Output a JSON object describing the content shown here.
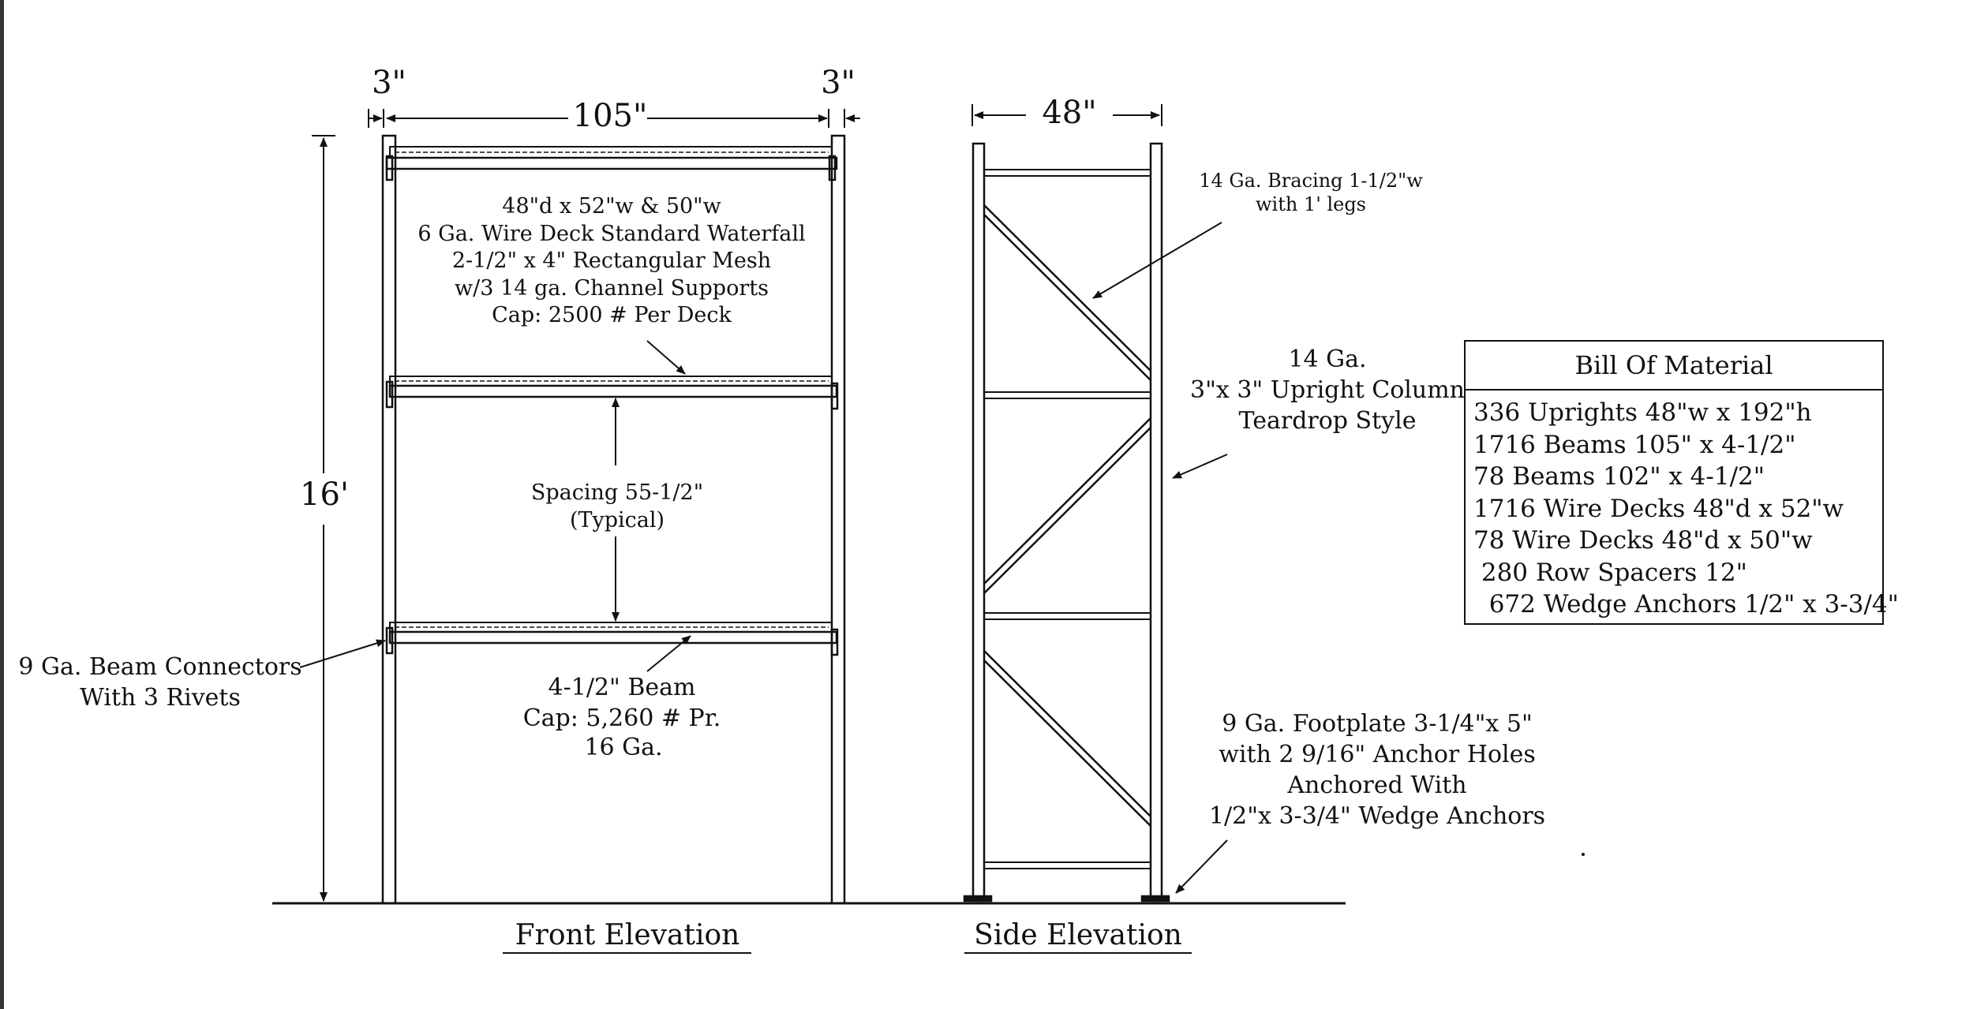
{
  "dimensions": {
    "left_clearance": "3\"",
    "bay_width": "105\"",
    "right_clearance": "3\"",
    "frame_depth": "48\"",
    "total_height": "16'"
  },
  "front_elevation": {
    "deck_note": [
      "48\"d x 52\"w & 50\"w",
      "6 Ga. Wire Deck  Standard Waterfall",
      "2-1/2\" x 4\" Rectangular Mesh",
      "w/3  14 ga. Channel Supports",
      "Cap: 2500 # Per Deck"
    ],
    "spacing_note": [
      "Spacing 55-1/2\"",
      "(Typical)"
    ],
    "beam_note": [
      "4-1/2\" Beam",
      "Cap: 5,260 # Pr."
    ],
    "beam_gauge": "16 Ga.",
    "connector_note": [
      "9 Ga. Beam Connectors",
      "With 3 Rivets"
    ],
    "title": "Front Elevation"
  },
  "side_elevation": {
    "bracing_note": [
      "14 Ga. Bracing 1-1/2\"w",
      "with 1' legs"
    ],
    "upright_note": [
      "14 Ga.",
      "3\"x 3\" Upright Column",
      "Teardrop Style"
    ],
    "footplate_note": [
      "9 Ga. Footplate  3-1/4\"x 5\"",
      "with 2   9/16\" Anchor Holes",
      "Anchored With",
      "1/2\"x 3-3/4\" Wedge Anchors"
    ],
    "title": "Side Elevation"
  },
  "bill_of_material": {
    "title": "Bill Of Material",
    "items": [
      "336 Uprights 48\"w x 192\"h",
      "1716 Beams 105\" x 4-1/2\"",
      "78 Beams 102\" x 4-1/2\"",
      "1716 Wire Decks 48\"d x 52\"w",
      "78 Wire Decks 48\"d x 50\"w",
      " 280 Row Spacers 12\"",
      "  672 Wedge Anchors 1/2\" x 3-3/4\""
    ]
  }
}
